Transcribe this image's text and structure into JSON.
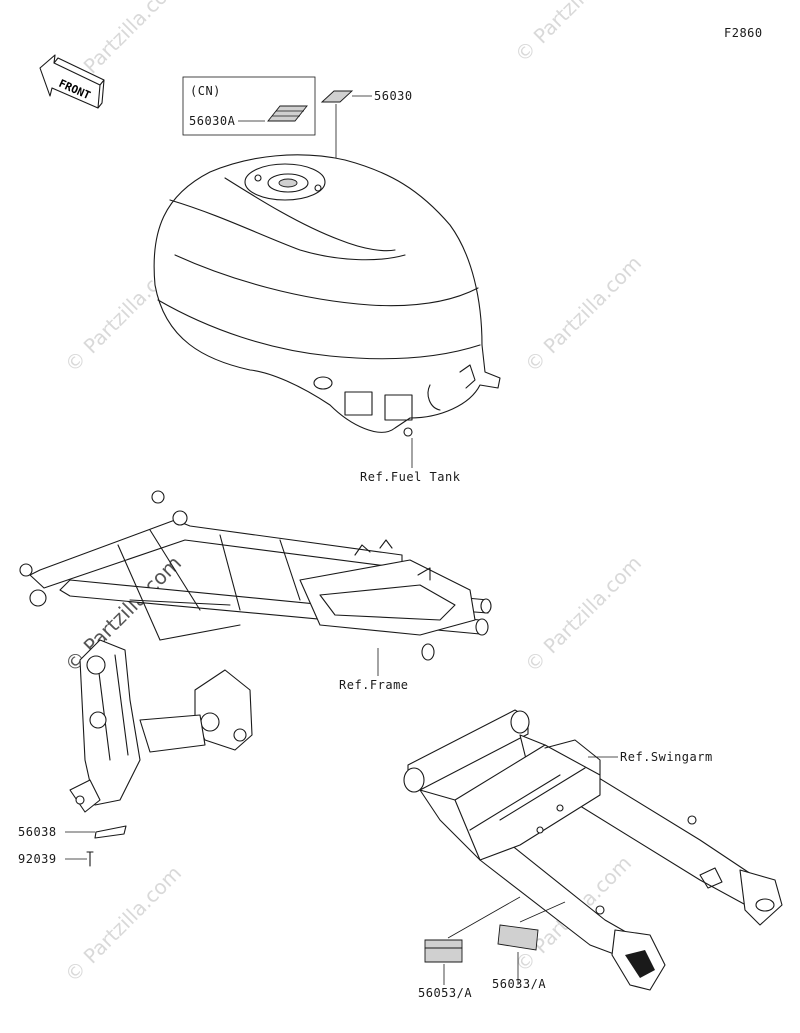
{
  "diagram_code": "F2860",
  "front_label": "FRONT",
  "cn_label": "(CN)",
  "parts": {
    "p56030": "56030",
    "p56030A": "56030A",
    "p56038": "56038",
    "p92039": "92039",
    "p56053A": "56053/A",
    "p56033A": "56033/A"
  },
  "refs": {
    "fuel_tank": "Ref.Fuel Tank",
    "frame": "Ref.Frame",
    "swingarm": "Ref.Swingarm"
  },
  "watermark": "© Partzilla.com"
}
